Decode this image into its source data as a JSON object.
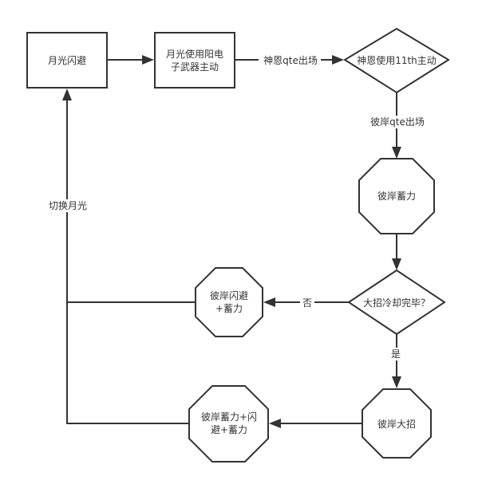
{
  "diagram": {
    "type": "flowchart",
    "colors": {
      "stroke": "#333333",
      "fill": "#ffffff",
      "text": "#333333"
    },
    "nodes": [
      {
        "id": "n1",
        "shape": "rectangle",
        "lines": [
          "月光闪避"
        ]
      },
      {
        "id": "n2",
        "shape": "rectangle",
        "lines": [
          "月光使用阳电",
          "子武器主动"
        ]
      },
      {
        "id": "n3",
        "shape": "diamond",
        "lines": [
          "神恩使用11th主动"
        ]
      },
      {
        "id": "n4",
        "shape": "octagon",
        "lines": [
          "彼岸蓄力"
        ]
      },
      {
        "id": "n5",
        "shape": "diamond",
        "lines": [
          "大招冷却完毕？"
        ]
      },
      {
        "id": "n6",
        "shape": "octagon",
        "lines": [
          "彼岸闪避",
          "+蓄力"
        ]
      },
      {
        "id": "n7",
        "shape": "octagon",
        "lines": [
          "彼岸大招"
        ]
      },
      {
        "id": "n8",
        "shape": "octagon",
        "lines": [
          "彼岸蓄力+闪",
          "避+蓄力"
        ]
      }
    ],
    "edges": [
      {
        "id": "e1",
        "from": "n1",
        "to": "n2",
        "label": ""
      },
      {
        "id": "e2",
        "from": "n2",
        "to": "n3",
        "label": "神恩qte出场"
      },
      {
        "id": "e3",
        "from": "n3",
        "to": "n4",
        "label": "彼岸qte出场"
      },
      {
        "id": "e4",
        "from": "n4",
        "to": "n5",
        "label": ""
      },
      {
        "id": "e5",
        "from": "n5",
        "to": "n6",
        "label": "否"
      },
      {
        "id": "e6",
        "from": "n5",
        "to": "n7",
        "label": "是"
      },
      {
        "id": "e7",
        "from": "n7",
        "to": "n8",
        "label": ""
      },
      {
        "id": "e8",
        "from": "n6",
        "to": "n1",
        "label": "切换月光"
      },
      {
        "id": "e9",
        "from": "n8",
        "to": "n1",
        "label": ""
      }
    ]
  }
}
